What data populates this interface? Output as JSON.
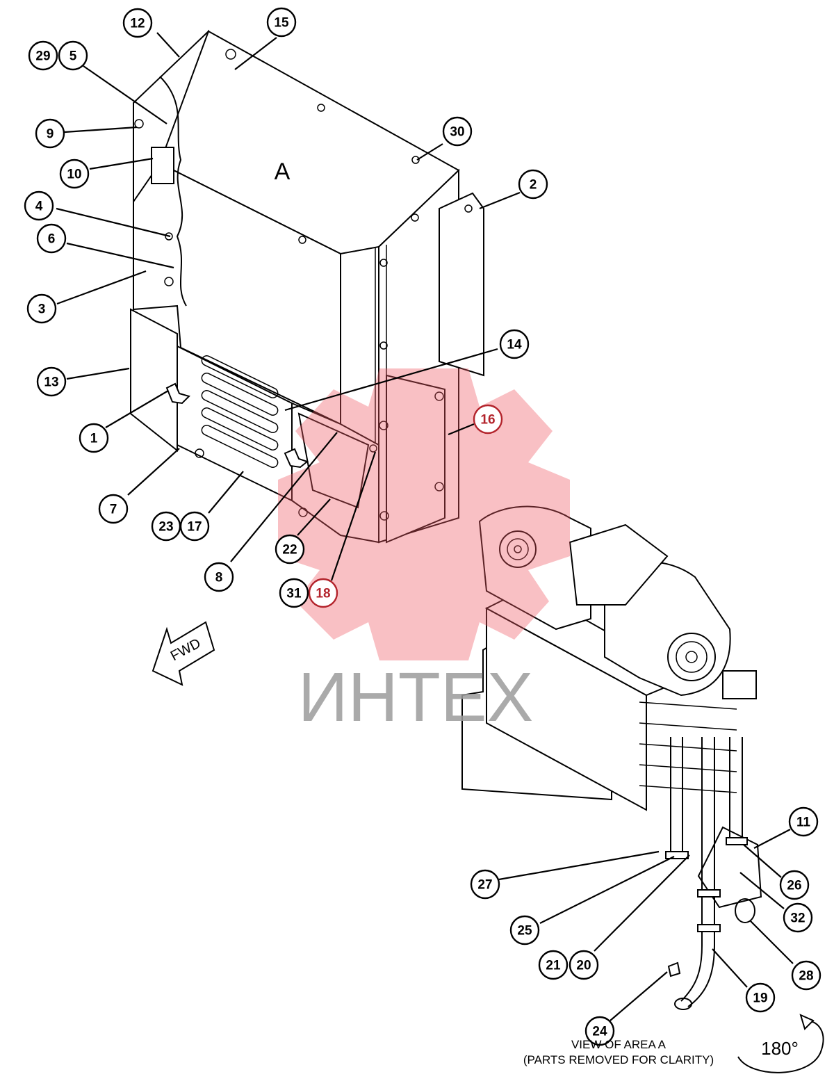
{
  "area_label": "A",
  "fwd_label": "FWD",
  "caption_line1": "VIEW OF AREA A",
  "caption_line2": "(PARTS REMOVED FOR CLARITY)",
  "rotation_label": "180°",
  "watermark_text": "ИНТЕХ",
  "colors": {
    "line": "#000000",
    "red_callout": "#b3232b",
    "watermark_gear": "#ef5a64",
    "watermark_text": "#9c9c9c"
  },
  "callouts": [
    {
      "label": "1"
    },
    {
      "label": "2"
    },
    {
      "label": "3"
    },
    {
      "label": "4"
    },
    {
      "label": "5"
    },
    {
      "label": "6"
    },
    {
      "label": "7"
    },
    {
      "label": "8"
    },
    {
      "label": "9"
    },
    {
      "label": "10"
    },
    {
      "label": "11"
    },
    {
      "label": "12"
    },
    {
      "label": "13"
    },
    {
      "label": "14"
    },
    {
      "label": "15"
    },
    {
      "label": "16"
    },
    {
      "label": "17"
    },
    {
      "label": "18"
    },
    {
      "label": "19"
    },
    {
      "label": "20"
    },
    {
      "label": "21"
    },
    {
      "label": "22"
    },
    {
      "label": "23"
    },
    {
      "label": "24"
    },
    {
      "label": "25"
    },
    {
      "label": "26"
    },
    {
      "label": "27"
    },
    {
      "label": "28"
    },
    {
      "label": "29"
    },
    {
      "label": "30"
    },
    {
      "label": "31"
    },
    {
      "label": "32"
    }
  ]
}
